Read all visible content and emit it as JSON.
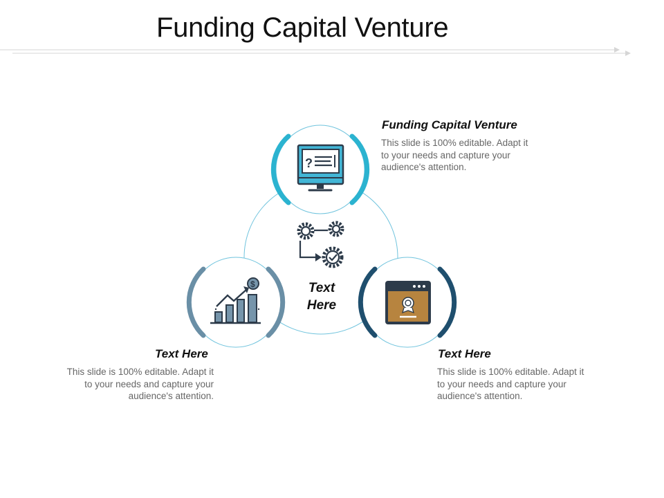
{
  "slide": {
    "title": "Funding Capital Venture"
  },
  "center": {
    "label_line1": "Text",
    "label_line2": "Here",
    "icon": "gears-workflow-icon"
  },
  "items": [
    {
      "heading": "Funding Capital Venture",
      "body": "This slide is 100% editable. Adapt it to your needs and capture your audience's attention.",
      "icon": "computer-monitor-icon",
      "accent": "#2bb3d0"
    },
    {
      "heading": "Text Here",
      "body": "This slide is 100% editable. Adapt it to your needs and capture your audience's attention.",
      "icon": "growth-chart-dollar-icon",
      "accent": "#6a8fa6"
    },
    {
      "heading": "Text Here",
      "body": "This slide is 100% editable. Adapt it to your needs and capture your audience's attention.",
      "icon": "certificate-window-icon",
      "accent": "#1f4f6e"
    }
  ],
  "colors": {
    "outline": "#6fc3dd",
    "icon_dark": "#2d3b4a",
    "icon_light_blue": "#42b6d6",
    "icon_brown": "#b7843f",
    "icon_steel": "#7695ab"
  }
}
